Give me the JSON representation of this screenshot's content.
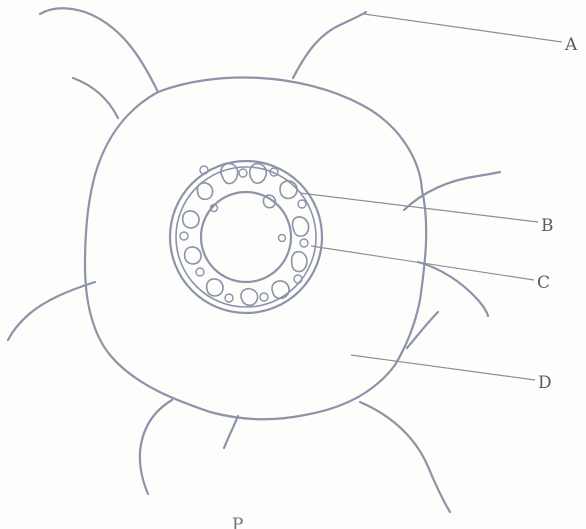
{
  "labels": {
    "a": "A",
    "b": "B",
    "c": "C",
    "d": "D"
  },
  "caption": "P",
  "colors": {
    "outline": "#8d93a8",
    "leader_line": "#8a8f99",
    "background": "#fdfdfc"
  }
}
